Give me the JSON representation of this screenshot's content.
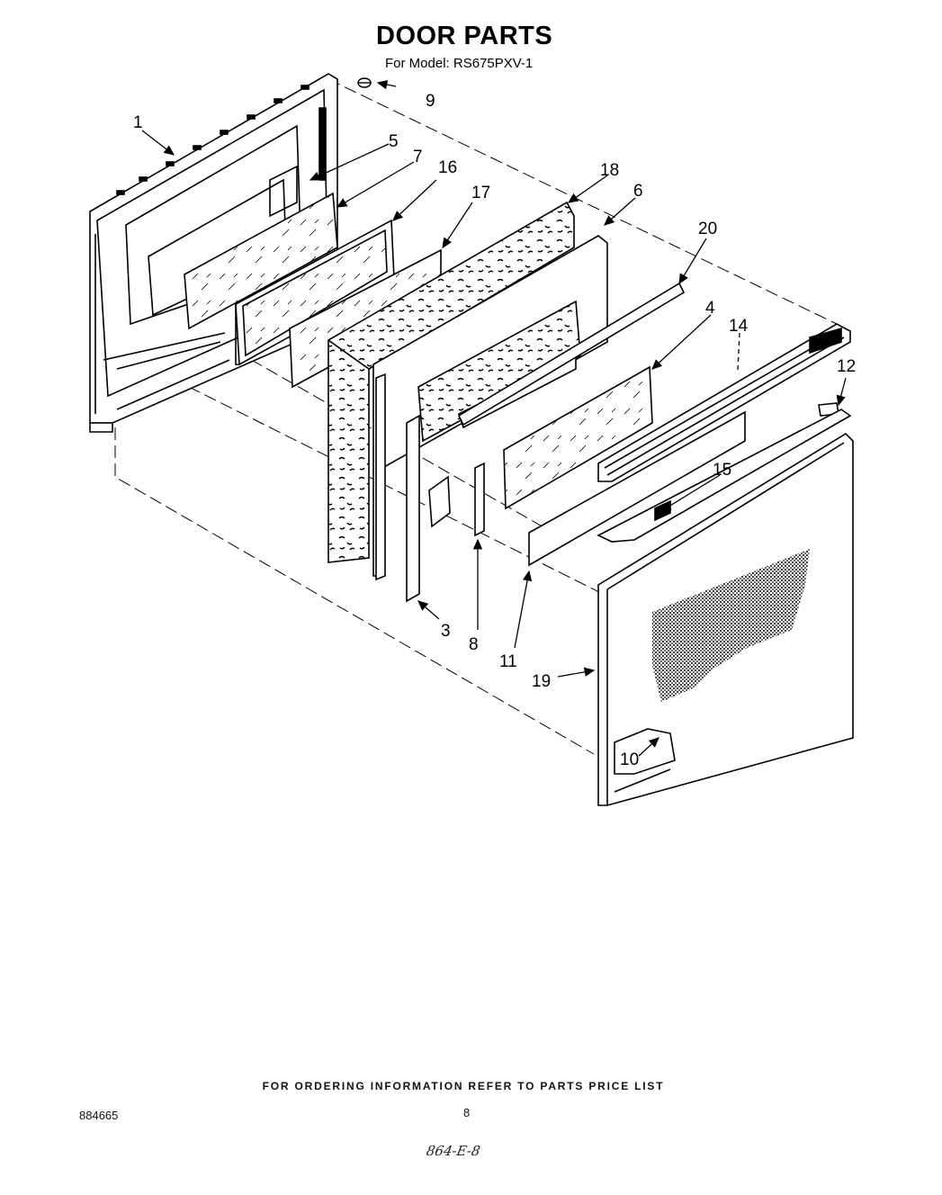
{
  "title": "DOOR PARTS",
  "model": "For Model: RS675PXV-1",
  "footer_note": "FOR ORDERING INFORMATION REFER TO PARTS PRICE LIST",
  "doc_number": "884665",
  "page_number": "8",
  "handwritten_note": "864-E-8",
  "callouts": {
    "c1": "1",
    "c3": "3",
    "c4": "4",
    "c5": "5",
    "c6": "6",
    "c7": "7",
    "c8": "8",
    "c9": "9",
    "c10": "10",
    "c11": "11",
    "c12": "12",
    "c14": "14",
    "c15": "15",
    "c16": "16",
    "c17": "17",
    "c18": "18",
    "c19": "19",
    "c20": "20"
  }
}
